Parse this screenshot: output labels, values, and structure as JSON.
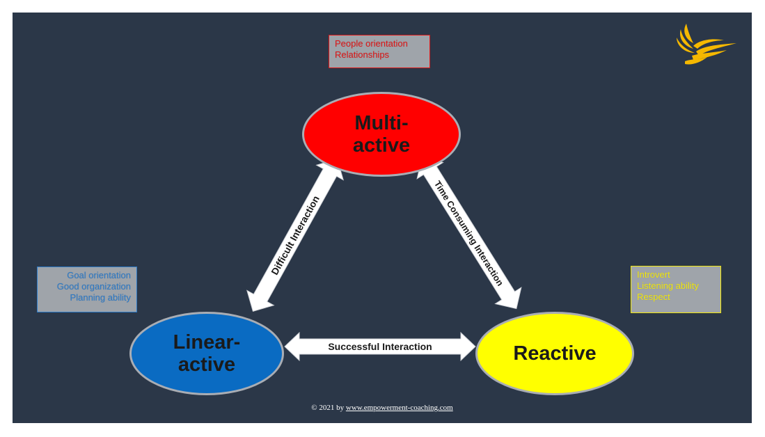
{
  "notes": {
    "people": [
      "People orientation",
      "Relationships"
    ],
    "linear": [
      "Goal orientation",
      "Good organization",
      "Planning ability"
    ],
    "reactive": [
      "Introvert",
      "Listening ability",
      "Respect"
    ]
  },
  "nodes": {
    "multi": "Multi-\nactive",
    "linear": "Linear-\nactive",
    "reactive": "Reactive"
  },
  "arrows": {
    "left": "Difficult Interaction",
    "right": "Time Consuming Interaction",
    "bottom": "Successful Interaction"
  },
  "footer": {
    "prefix": "© 2021 by ",
    "link": "www.empowerment-coaching.com"
  },
  "colors": {
    "background": "#2b3748",
    "multi_active": "#ff0000",
    "linear_active": "#0a6bc2",
    "reactive": "#ffff00",
    "logo": "#f5b800"
  }
}
